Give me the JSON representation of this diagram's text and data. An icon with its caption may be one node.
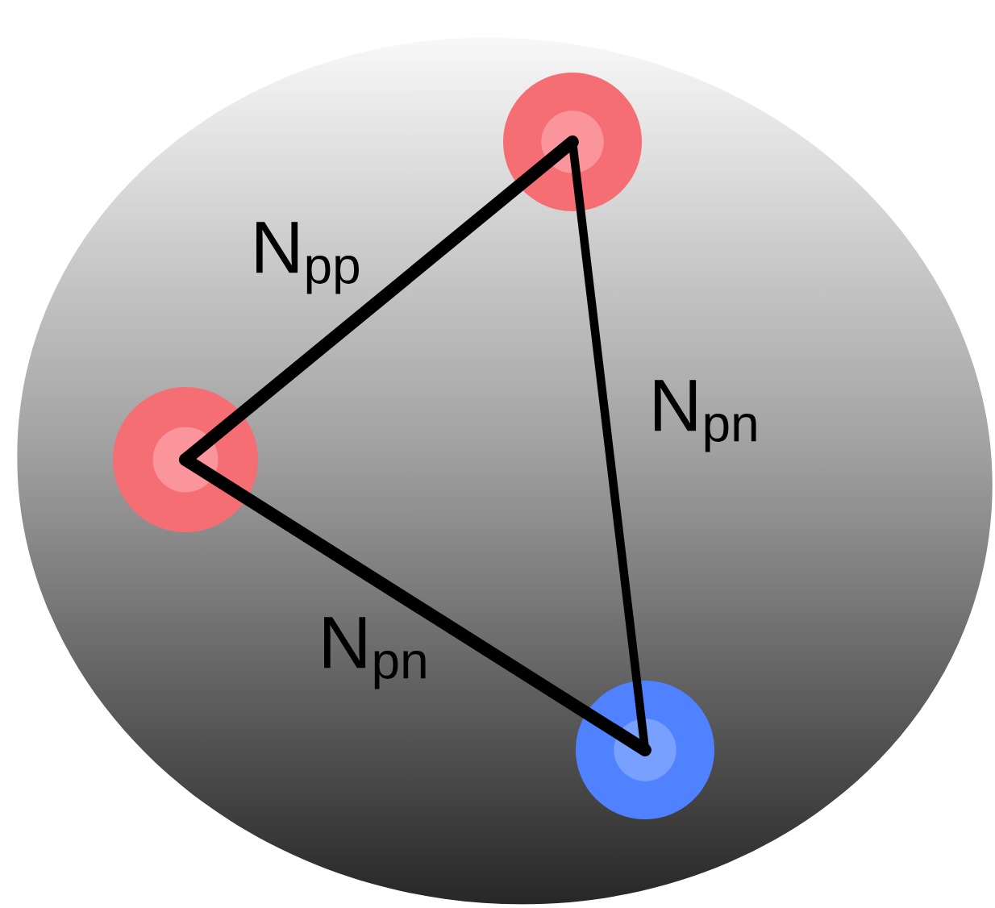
{
  "diagram": {
    "nodes": [
      {
        "text": [],
        "shape": "circle"
      },
      {
        "text": [],
        "shape": "circle"
      },
      {
        "text": [],
        "shape": "circle"
      }
    ],
    "edges": [
      {
        "from": 1,
        "to": 0,
        "arrow": "none",
        "label": "N$_{pp}$"
      },
      {
        "from": 0,
        "to": 2,
        "arrow": "none",
        "label": "N$_{pn}$"
      },
      {
        "from": 1,
        "to": 2,
        "arrow": "none",
        "label": "N$_{pn}$"
      }
    ]
  }
}
